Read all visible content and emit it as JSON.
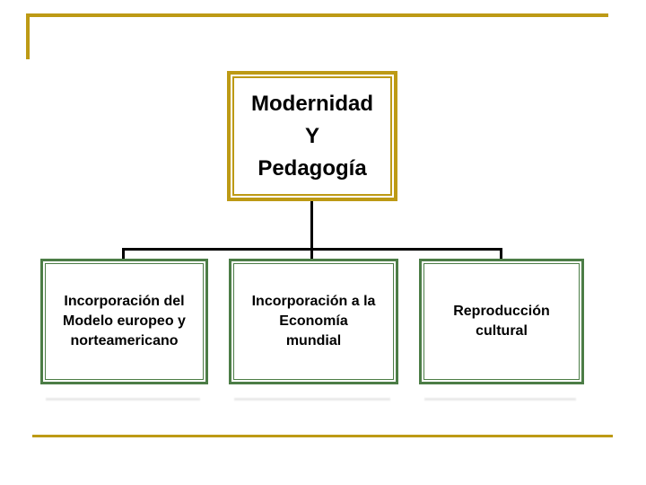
{
  "theme": {
    "background": "#ffffff",
    "gold": "#bd9a15",
    "green": "#4c7d46",
    "connector": "#000000",
    "text": "#000000",
    "shadow": "#e9e9e9"
  },
  "diagram": {
    "root": {
      "label": "Modernidad\nY\nPedagogía"
    },
    "children": [
      {
        "label": "Incorporación del\nModelo europeo y\nnorteamericano"
      },
      {
        "label": "Incorporación a la\nEconomía\nmundial"
      },
      {
        "label": "Reproducción\ncultural"
      }
    ]
  }
}
